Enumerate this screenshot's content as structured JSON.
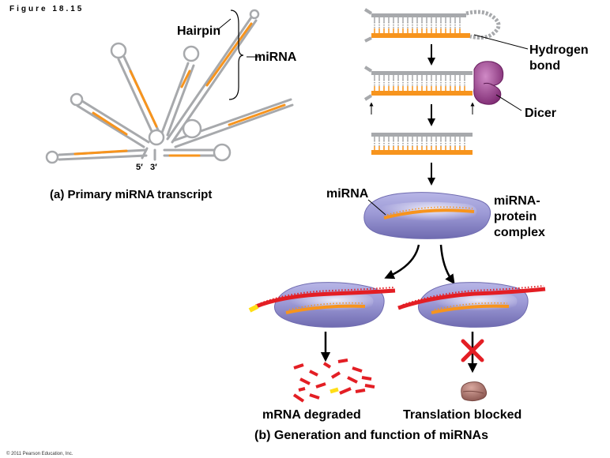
{
  "figure_label": "Figure 18.15",
  "copyright": "© 2011 Pearson Education, Inc.",
  "part_a": {
    "hairpin_label": "Hairpin",
    "mirna_label": "miRNA",
    "five_prime": "5′",
    "three_prime": "3′",
    "caption": "(a) Primary miRNA transcript"
  },
  "part_b": {
    "hydrogen_bond_label": [
      "Hydrogen",
      "bond"
    ],
    "dicer_label": "Dicer",
    "mirna_label": "miRNA",
    "complex_label": [
      "miRNA-",
      "protein",
      "complex"
    ],
    "degraded_label": "mRNA degraded",
    "blocked_label": "Translation blocked",
    "caption": "(b) Generation and function of miRNAs"
  },
  "colors": {
    "rna_gray": "#a7a9ac",
    "mirna_orange": "#f7941d",
    "mrna_red": "#e31e24",
    "cap_yellow": "#ffde17",
    "dicer_purple": "#9b3f8f",
    "complex_purple": "#9b98d4",
    "ribosome_brown": "#a9746e",
    "x_red": "#e31e24"
  }
}
